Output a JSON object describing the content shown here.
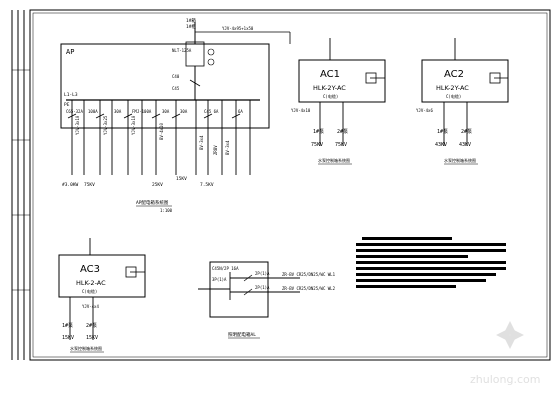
{
  "panels": {
    "ap": {
      "label": "AP",
      "top_labels": [
        "1#箱",
        "1#柜"
      ],
      "incoming_note": "YJV-4x95+1x50",
      "breaker_labels": [
        "NLT-125A",
        "C40",
        "C45"
      ],
      "branch_top_labels": [
        "C65-32A",
        "100A",
        "30A",
        "FMJ-100A",
        "30A",
        "30A",
        "C45 6A",
        "6A"
      ],
      "branch_cable_labels": [
        "YJV-3x10",
        "YJV-3x25",
        "YJV-3x10",
        "BV-4x10",
        "BV-3x4",
        "ZRBV",
        "BV-3x4"
      ],
      "load_labels": [
        "#3.0KW",
        "75KV",
        "25KV",
        "15KV",
        "7.5KV"
      ],
      "caption": "AP配电箱系统图",
      "sub_caption": "1:100"
    },
    "ac1": {
      "title": "AC1",
      "model": "HLK-2Y-AC",
      "note": "C(电缆)",
      "feeder_note": "YJV-4x10",
      "outputs": [
        "1#泵",
        "2#泵"
      ],
      "ratings": [
        "75KV",
        "75KV"
      ],
      "caption": "水泵控制箱系统图"
    },
    "ac2": {
      "title": "AC2",
      "model": "HLK-2Y-AC",
      "note": "C(电缆)",
      "feeder_note": "YJV-4x6",
      "outputs": [
        "1#泵",
        "2#泵"
      ],
      "ratings": [
        "43KV",
        "43KV"
      ],
      "caption": "水泵控制箱系统图"
    },
    "ac3": {
      "title": "AC3",
      "model": "HLK-2-AC",
      "note": "C(电缆)",
      "feeder_note": "YJV-4x4",
      "outputs": [
        "1#泵",
        "2#泵"
      ],
      "ratings": [
        "15KV",
        "15KV"
      ],
      "caption": "水泵控制箱系统图"
    },
    "al": {
      "incoming": "C45N/2P 16A",
      "sub_incoming": "3P(1)A",
      "branch_breakers": [
        "2P(1)A",
        "2P(1)A"
      ],
      "branch_circuits": [
        "ZR-BV CR25/DN25/WC WL1",
        "ZR-BV CR25/DN25/WC WL2"
      ],
      "caption": "照明配电箱AL"
    }
  },
  "watermark": {
    "text": "zhulong.com"
  },
  "colors": {
    "line": "#000000",
    "note_bars": "#000000",
    "watermark": "#c8c8c8"
  }
}
